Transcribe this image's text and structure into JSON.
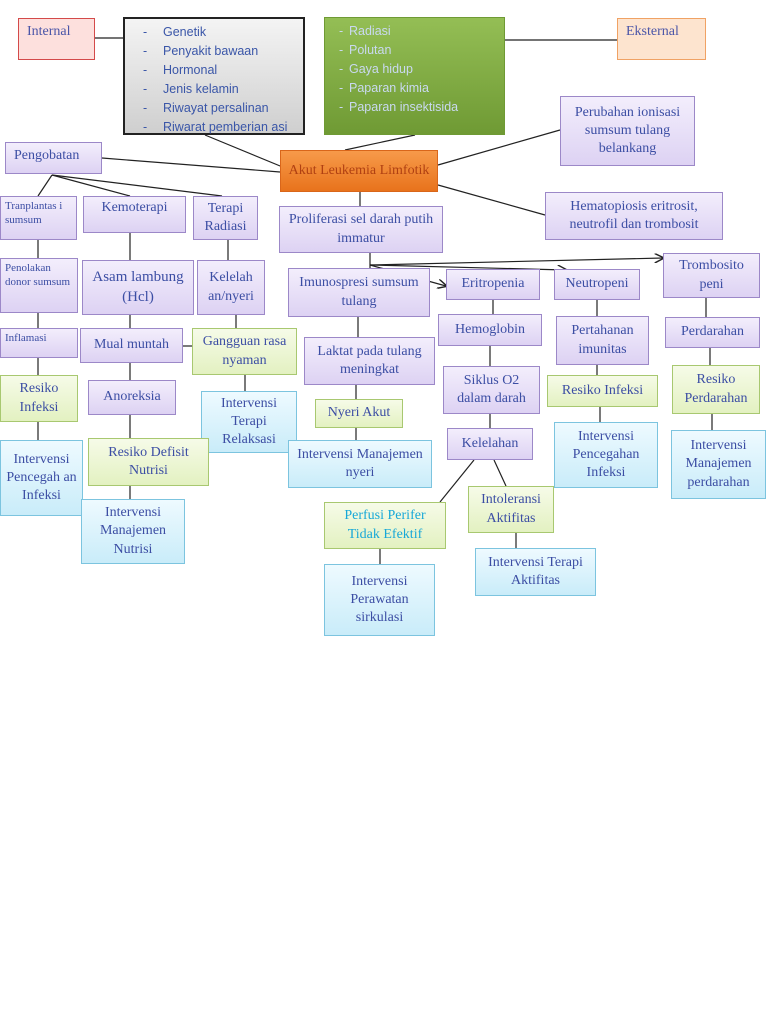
{
  "sources": {
    "internal": "Internal",
    "internal_factors": [
      "Genetik",
      "Penyakit bawaan",
      "Hormonal",
      "Jenis kelamin",
      "Riwayat persalinan",
      "Riwarat pemberian asi"
    ],
    "external": "Eksternal",
    "external_factors": [
      "Radiasi",
      "Polutan",
      "Gaya hidup",
      "Paparan kimia",
      "Paparan insektisida"
    ],
    "ionisasi": "Perubahan ionisasi sumsum tulang belankang"
  },
  "center": "Akut Leukemia Limfotik",
  "treatment": {
    "pengobatan": "Pengobatan",
    "transplantasi": "Tranplantas i sumsum",
    "kemoterapi": "Kemoterapi",
    "terapi_radiasi": "Terapi Radiasi",
    "penolakan": "Penolakan donor sumsum",
    "asam": "Asam lambung (Hcl)",
    "kelelahan_nyeri": "Kelelah an/nyeri",
    "inflamasi": "Inflamasi",
    "mual": "Mual muntah",
    "gangguan": "Gangguan rasa nyaman",
    "resiko_infeksi": "Resiko Infeksi",
    "anoreksia": "Anoreksia",
    "intervensi_relaksasi": "Intervensi Terapi Relaksasi",
    "intervensi_pencegahan_infeksi": "Intervensi Pencegah an Infeksi",
    "resiko_defisit": "Resiko Defisit Nutrisi",
    "intervensi_nutrisi": "Intervensi Manajemen Nutrisi"
  },
  "patho": {
    "hematopoiesis": "Hematopiosis eritrosit, neutrofil dan trombosit",
    "proliferasi": "Proliferasi sel darah putih immatur",
    "imunospresi": "Imunospresi sumsum tulang",
    "laktat": "Laktat pada tulang meningkat",
    "nyeri_akut": "Nyeri Akut",
    "intervensi_nyeri": "Intervensi Manajemen nyeri",
    "eritropenia": "Eritropenia",
    "hemoglobin": "Hemoglobin",
    "siklus": "Siklus O2 dalam darah",
    "kelelahan": "Kelelahan",
    "perfusi": "Perfusi Perifer Tidak Efektif",
    "intervensi_sirkulasi": "Intervensi Perawatan sirkulasi",
    "intoleransi": "Intoleransi Aktifitas",
    "intervensi_aktifitas": "Intervensi Terapi Aktifitas",
    "neutropeni": "Neutropeni",
    "pertahanan": "Pertahanan imunitas",
    "resiko_infeksi2": "Resiko Infeksi",
    "intervensi_pencegahan2": "Intervensi Pencegahan Infeksi",
    "trombositopeni": "Trombosito peni",
    "perdarahan": "Perdarahan",
    "resiko_perdarahan": "Resiko Perdarahan",
    "intervensi_perdarahan": "Intervensi Manajemen perdarahan"
  },
  "colors": {
    "purple_box": "#e6ddf6",
    "green_box": "#e8f4c8",
    "cyan_box": "#cdeefa",
    "center_box": "#f08a35",
    "olive_box": "#7faa40",
    "gray_box": "#dcdcdc",
    "text": "#3c4ea4"
  }
}
